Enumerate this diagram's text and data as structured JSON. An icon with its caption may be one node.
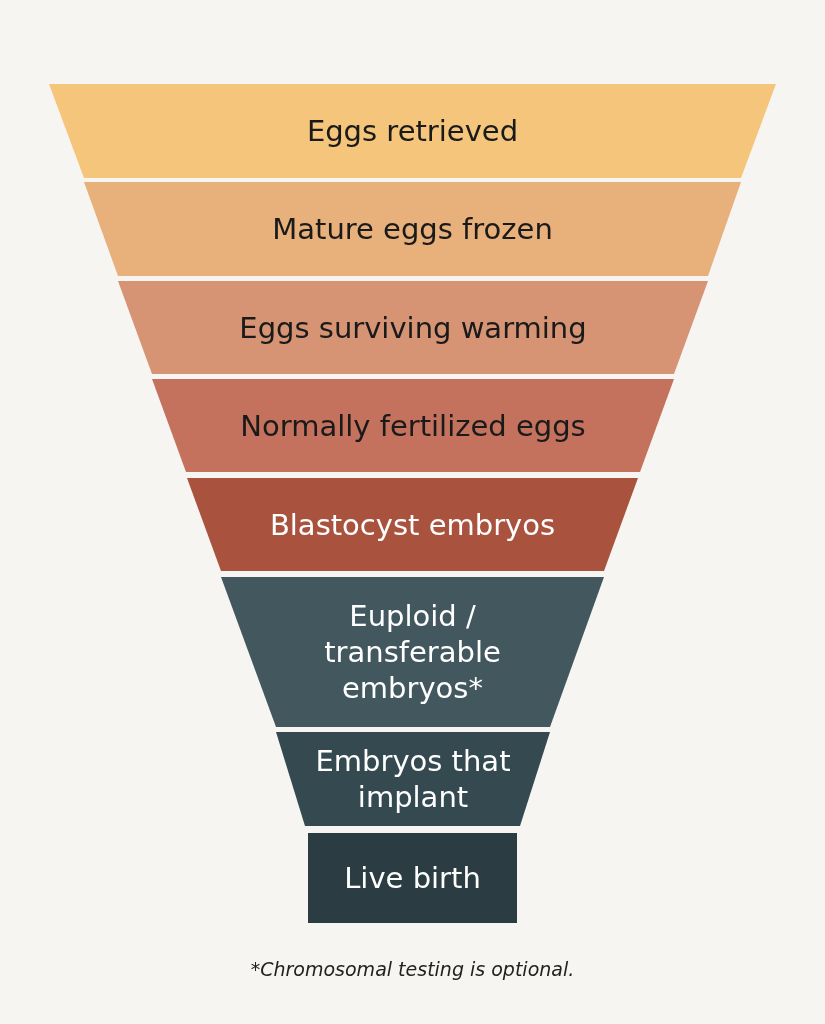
{
  "diagram": {
    "caption": "*Chromosomal testing is optional.",
    "nodes": [
      {
        "text": [
          "Eggs retrieved"
        ]
      },
      {
        "text": [
          "Mature eggs frozen"
        ]
      },
      {
        "text": [
          "Eggs surviving warming"
        ]
      },
      {
        "text": [
          "Normally fertilized eggs"
        ]
      },
      {
        "text": [
          "Blastocyst embryos"
        ]
      },
      {
        "text": [
          "Euploid / transferable embryos*"
        ]
      },
      {
        "text": [
          "Embryos that implant"
        ]
      },
      {
        "text": [
          "Live birth"
        ]
      }
    ]
  }
}
